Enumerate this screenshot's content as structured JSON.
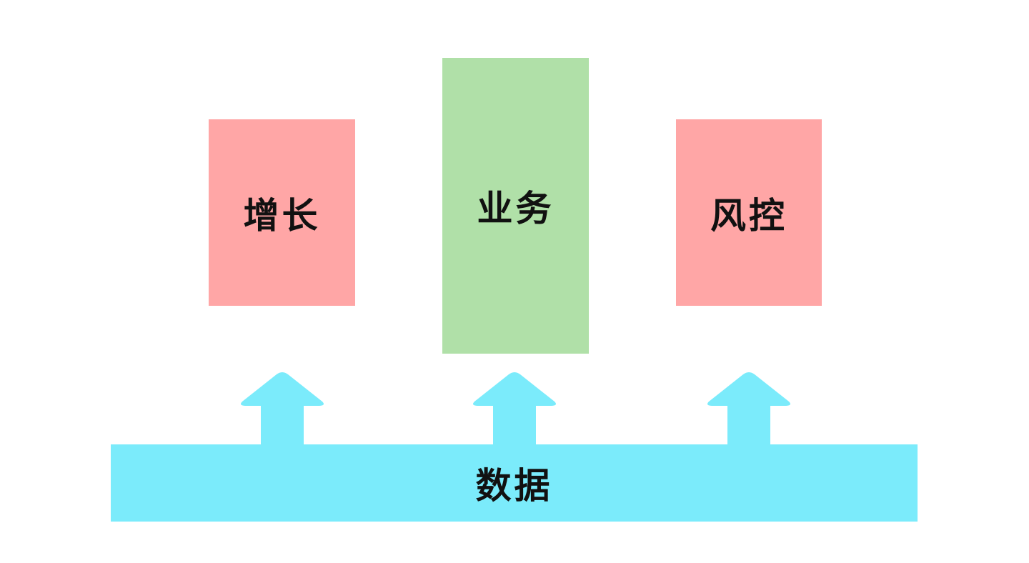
{
  "diagram": {
    "boxes": [
      {
        "label": "增长",
        "color": "#FFA6A6"
      },
      {
        "label": "业务",
        "color": "#B0E0A8"
      },
      {
        "label": "风控",
        "color": "#FFA6A6"
      }
    ],
    "base": {
      "label": "数据",
      "color": "#7BEBFB"
    },
    "arrows": [
      "arrow-up-icon",
      "arrow-up-icon",
      "arrow-up-icon"
    ]
  }
}
